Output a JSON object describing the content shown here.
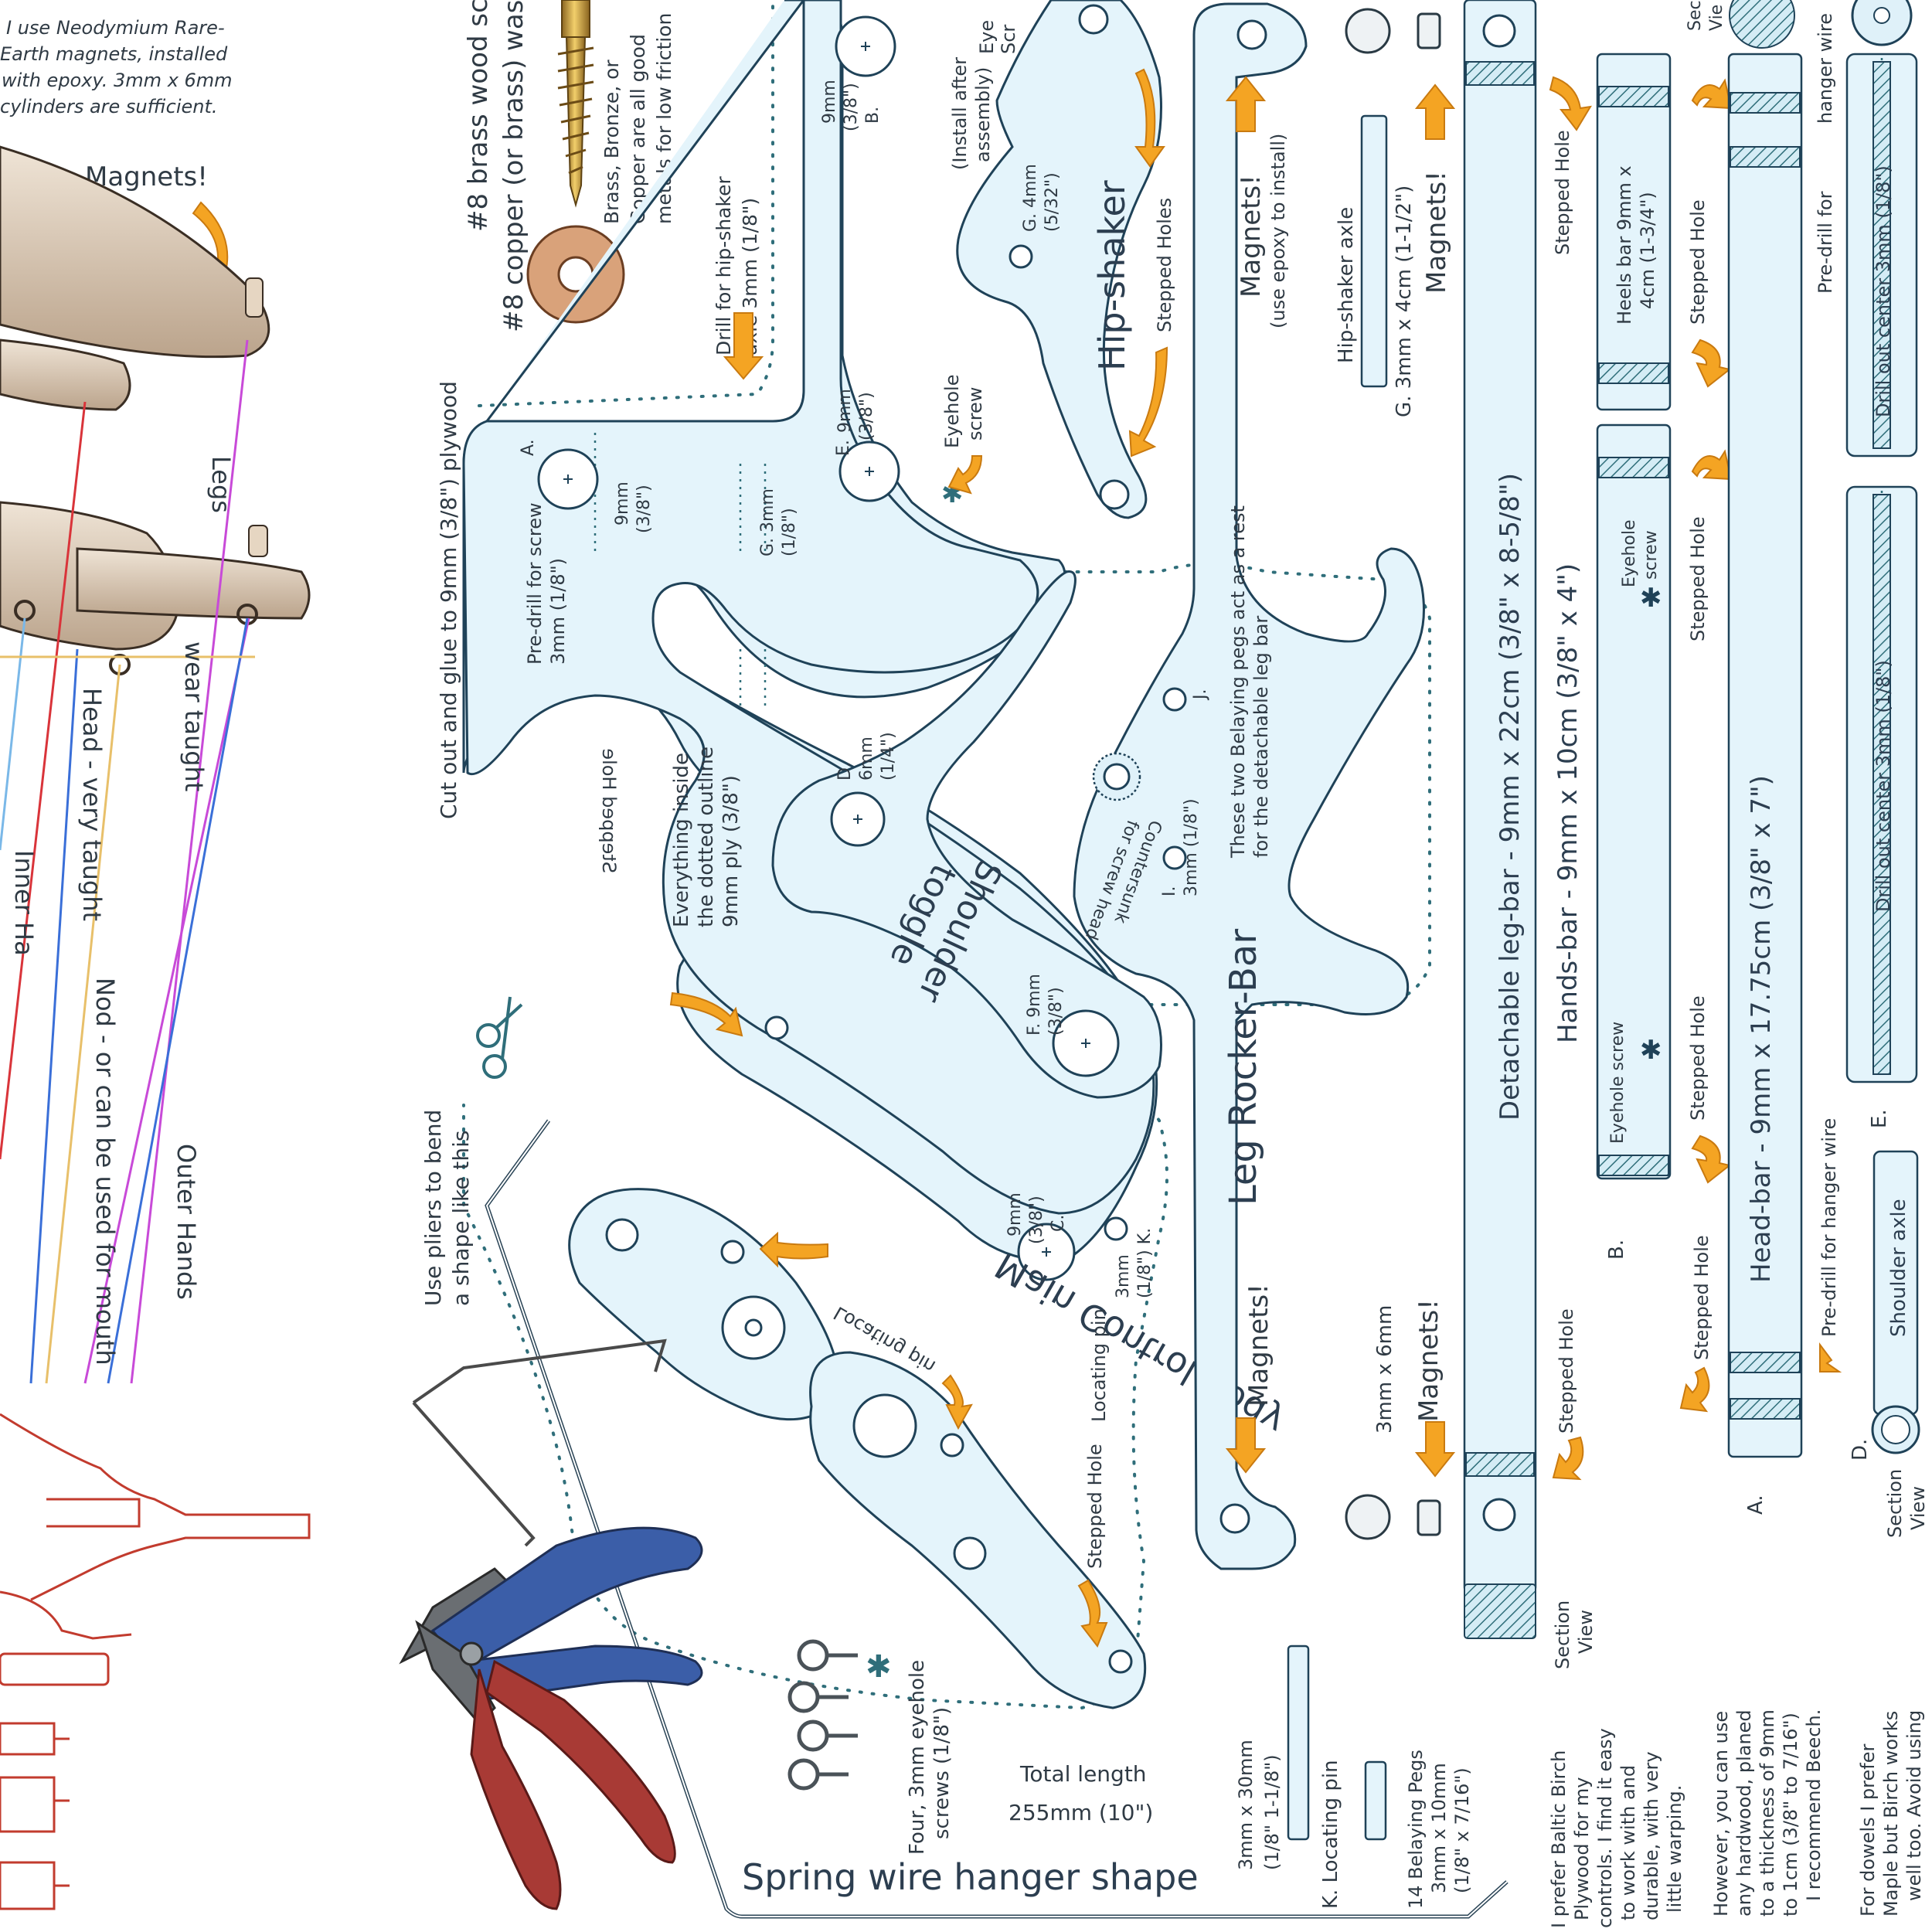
{
  "magnet_note": [
    "I use Neodymium Rare-",
    "Earth magnets, installed",
    "with epoxy. 3mm x 6mm",
    "cylinders are sufficient."
  ],
  "left_labels": {
    "magnets": "Magnets!",
    "legs": "Legs",
    "wear_taught": "wear taught",
    "head": "Head - very taught",
    "inner": "Inner Ha",
    "nod": "Nod - or can be used for mouth",
    "outer_hands": "Outer Hands"
  },
  "screw_labels": {
    "wood_screw": "#8 brass wood sc",
    "washer": "#8 copper (or brass) wash",
    "metals_note": [
      "Brass, Bronze, or",
      "Copper are all good",
      "metals for low friction"
    ],
    "drill_hip": [
      "Drill for hip-shaker",
      "axle 3mm (1/8\")"
    ]
  },
  "body_labels": {
    "cutout": "Cut out and glue to 9mm (3/8\") plywood",
    "predrill": [
      "Pre-drill for screw",
      "3mm (1/8\")"
    ],
    "hole_a_name": "A.",
    "hole_a_size": [
      "9mm",
      "(3/8\")"
    ],
    "hole_b_name": "B.",
    "hole_b_size": [
      "9mm",
      "(3/8\")"
    ],
    "hole_e_name": "E.",
    "hole_e_size": [
      "9mm",
      "(3/8\")"
    ],
    "hole_g_size": [
      "G. 3mm",
      "(1/8\")"
    ],
    "eyehole_screw": [
      "Eyehole",
      "screw"
    ],
    "everything_inside": [
      "Everything inside",
      "the dotted outline",
      "9mm ply (3/8\")"
    ],
    "stepped_hole": "Stepped Hole",
    "main_control_body": "Main Control Body",
    "hole_c": [
      "9mm",
      "(3/8\")",
      "C."
    ],
    "hole_k": [
      "3mm",
      "(1/8\") K."
    ],
    "locating_pin": "Locating pin",
    "locating_pin_k": "K. Locating pin"
  },
  "toggle_labels": {
    "name": [
      "Shoulder",
      "toggle"
    ],
    "hole_d": [
      "D.",
      "6mm",
      "(1/4\")"
    ],
    "hole_f": [
      "F. 9mm",
      "(3/8\")"
    ]
  },
  "hip_labels": {
    "name": "Hip-shaker",
    "hole_g": [
      "G. 4mm",
      "(5/32\")"
    ],
    "stepped_holes": "Stepped Holes",
    "install_after": [
      "(Install after",
      "assembly)"
    ],
    "eye_scr": [
      "Eye",
      "Scr"
    ]
  },
  "rocker_labels": {
    "name": "Leg Rocker-Bar",
    "magnets_epoxy": [
      "Magnets!",
      "(use epoxy to install)"
    ],
    "magnets": "Magnets!",
    "countersunk": [
      "Countersunk",
      "for screw head"
    ],
    "hole_j": "J.",
    "hole_i": [
      "I.",
      "3mm (1/8\")"
    ],
    "belaying_note": [
      "These two Belaying pegs act as a rest",
      "for the detachable leg bar"
    ]
  },
  "bar_labels": {
    "hip_axle": "Hip-shaker axle",
    "hip_axle_size": "G. 3mm x 4cm (1-1/2\")",
    "magnets_small": "Magnets!",
    "magnet_size": "3mm x 6mm",
    "magnets_bottom": "Magnets!",
    "detachable": "Detachable leg-bar - 9mm x 22cm (3/8\" x 8-5/8\")",
    "stepped_hole": "Stepped Hole",
    "section_view": [
      "Section",
      "View"
    ],
    "hands_bar": "Hands-bar - 9mm x 10cm (3/8\" x 4\")",
    "heels_bar": [
      "Heels bar 9mm x",
      "4cm (1-3/4\")"
    ],
    "eyehole_screw": [
      "Eyehole",
      "screw"
    ],
    "eyehole_screw_single": "Eyehole screw",
    "b_label": "B.",
    "head_bar": "Head-bar - 9mm x 17.75cm (3/8\" x 7\")",
    "a_label": "A.",
    "predrill_hanger": "Pre-drill for hanger wire",
    "shoulder_axle": "Shoulder axle",
    "d_label": "D.",
    "e_label": "E.",
    "drill_center": "Drill out center 3mm (1/8\")",
    "predrill_for": "Pre-drill for",
    "hanger_wire": "hanger wire",
    "section_short": [
      "Sectio",
      "Vie"
    ]
  },
  "wire_labels": {
    "pliers_note": [
      "Use pliers to bend",
      "a shape like this"
    ],
    "total_length": [
      "Total length",
      "255mm (10\")"
    ],
    "spring_wire": "Spring wire hanger shape",
    "eyehole_screws": [
      "Four, 3mm eyehole",
      "screws (1/8\")"
    ],
    "pin_size": [
      "3mm x 30mm",
      "(1/8\" 1-1/8\")"
    ],
    "belaying_pegs": [
      "14 Belaying Pegs",
      "3mm x 10mm",
      "(1/8\" x 7/16\")"
    ]
  },
  "notes": {
    "plywood": [
      "I prefer Baltic Birch",
      "Plywood for my",
      "controls. I find it easy",
      "to work with and",
      "durable, with very",
      "little warping."
    ],
    "hardwood": [
      "However, you can use",
      "any hardwood, planed",
      "to a thickness of 9mm",
      "to 1cm (3/8\" to 7/16\")",
      "I recommend Beech."
    ],
    "dowels": [
      "For dowels I prefer",
      "Maple but Birch works",
      "well too. Avoid using"
    ]
  },
  "colors": {
    "part_fill": "#e4f4fb",
    "outline": "#1f4258",
    "arrow": "#f4a423",
    "legs_string": "#c84ad8",
    "head_string": "#e8c06a",
    "nod_string": "#d9343a",
    "hands_string": "#3a6fd8",
    "inner_string": "#7ab8e8",
    "pliers_handle_blue": "#3b5ea8",
    "pliers_handle_red": "#a83a35",
    "brass": "#c89a3a",
    "red_drawing": "#c23b2e"
  }
}
